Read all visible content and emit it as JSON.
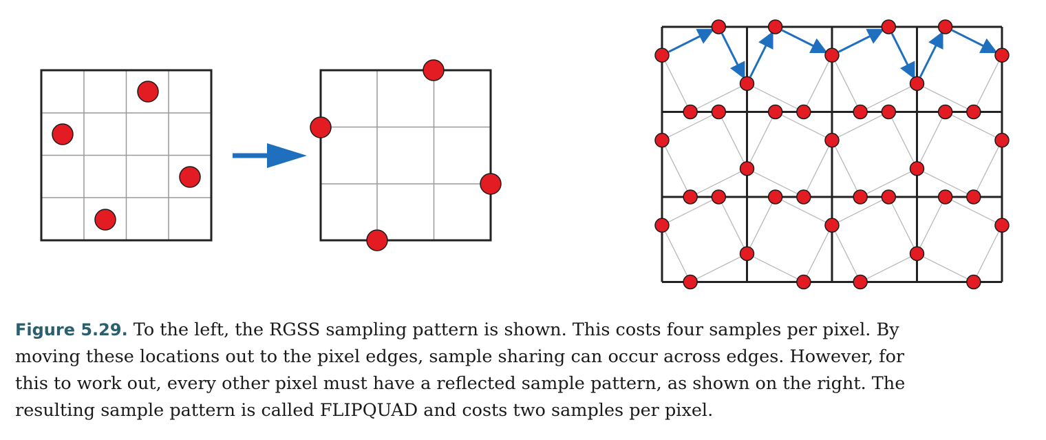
{
  "figure": {
    "label": "Figure 5.29.",
    "caption_line_1": " To the left, the RGSS sampling pattern is shown. This costs four samples per pixel. By",
    "caption_line_2": "moving these locations out to the pixel edges, sample sharing can occur across edges. However, for",
    "caption_line_3": "this to work out, every other pixel must have a reflected sample pattern, as shown on the right. The",
    "caption_line_4": "resulting sample pattern is called FLIPQUAD and costs two samples per pixel."
  },
  "colors": {
    "sample_fill": "#e31b23",
    "sample_stroke": "#1a1a1a",
    "arrow": "#1f6fbf",
    "grid_major": "#222222",
    "grid_minor": "#999999",
    "connector": "#b8b8b8"
  },
  "panels": {
    "rgss": {
      "grid_cells": 4,
      "samples_count": 4
    },
    "flipquad_single": {
      "grid_cells": 3,
      "samples_count": 4
    },
    "flipquad_tiled": {
      "pixel_columns": 4,
      "pixel_rows": 3
    }
  },
  "icons": {
    "transform_arrow": "right-arrow-icon"
  }
}
